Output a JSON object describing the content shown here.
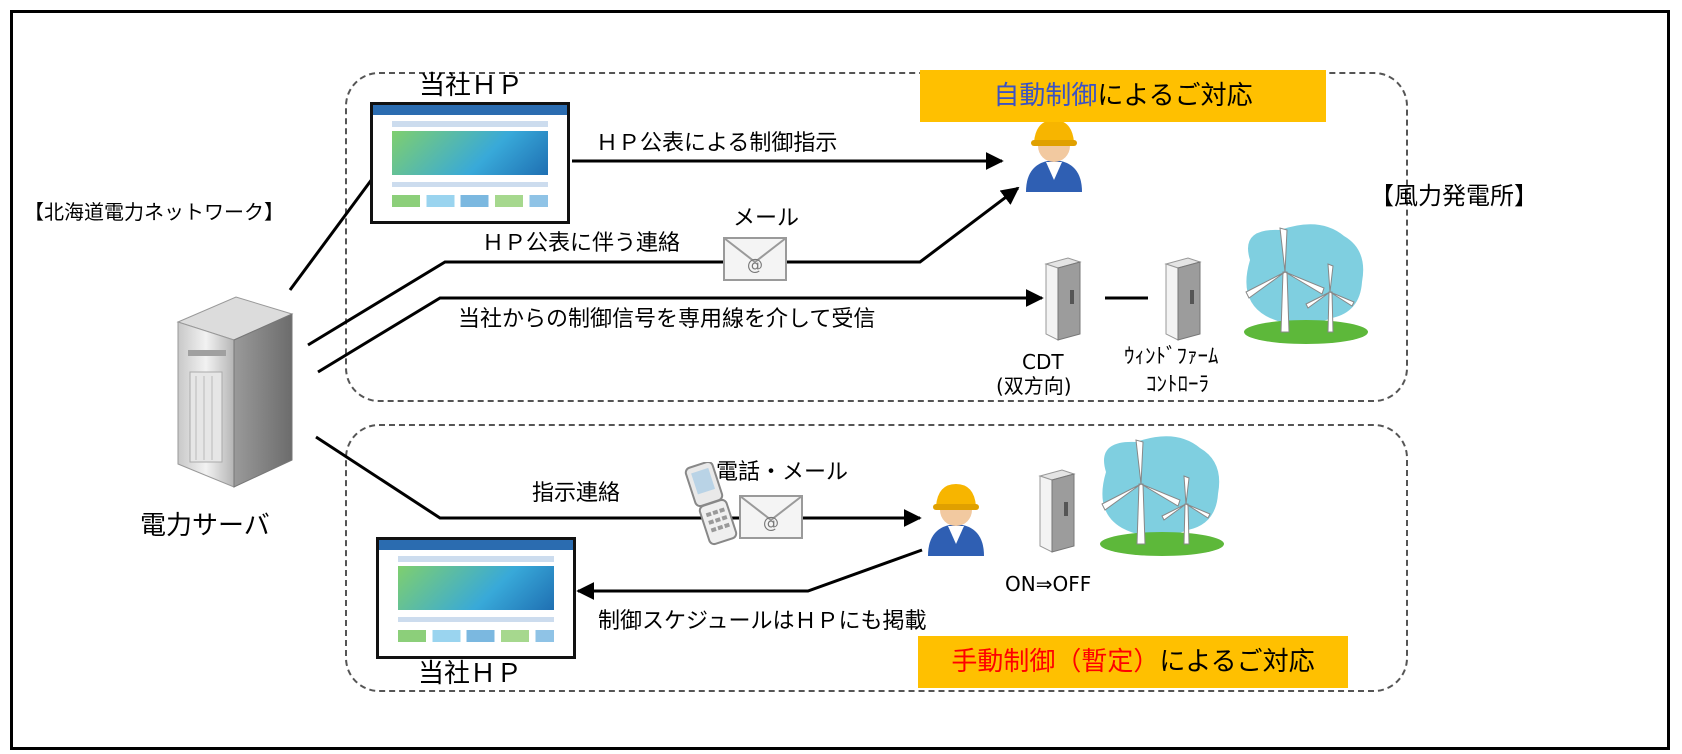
{
  "labels": {
    "company_hp_top": "当社ＨＰ",
    "company_hp_bottom": "当社ＨＰ",
    "network_name": "【北海道電力ネットワーク】",
    "server_name": "電力サーバ",
    "windfarm_name": "【風力発電所】",
    "hp_control_instruction": "ＨＰ公表による制御指示",
    "hp_contact": "ＨＰ公表に伴う連絡",
    "mail_label": "メール",
    "dedicated_line": "当社からの制御信号を専用線を介して受信",
    "cdt_line1": "CDT",
    "cdt_line2": "(双方向)",
    "wfc_line1": "ｳｨﾝﾄﾞﾌｧｰﾑ",
    "wfc_line2": "ｺﾝﾄﾛｰﾗ",
    "instruction_contact": "指示連絡",
    "phone_mail": "電話・メール",
    "on_off": "ON⇒OFF",
    "schedule_on_hp": "制御スケジュールはＨＰにも掲載"
  },
  "banners": {
    "auto_highlight": "自動制御",
    "auto_rest": "によるご対応",
    "manual_highlight": "手動制御（暫定）",
    "manual_rest": "によるご対応"
  },
  "colors": {
    "banner_bg": "#ffc000",
    "auto_highlight": "#3a52c4",
    "manual_highlight": "#ff0000"
  },
  "icons": {
    "server": "server-tower-icon",
    "worker": "worker-with-helmet-icon",
    "envelope": "mail-envelope-icon",
    "phone": "flip-phone-icon",
    "cabinet": "control-cabinet-icon",
    "wind_turbine": "wind-turbine-icon",
    "hp_screenshot": "website-screenshot-icon"
  }
}
